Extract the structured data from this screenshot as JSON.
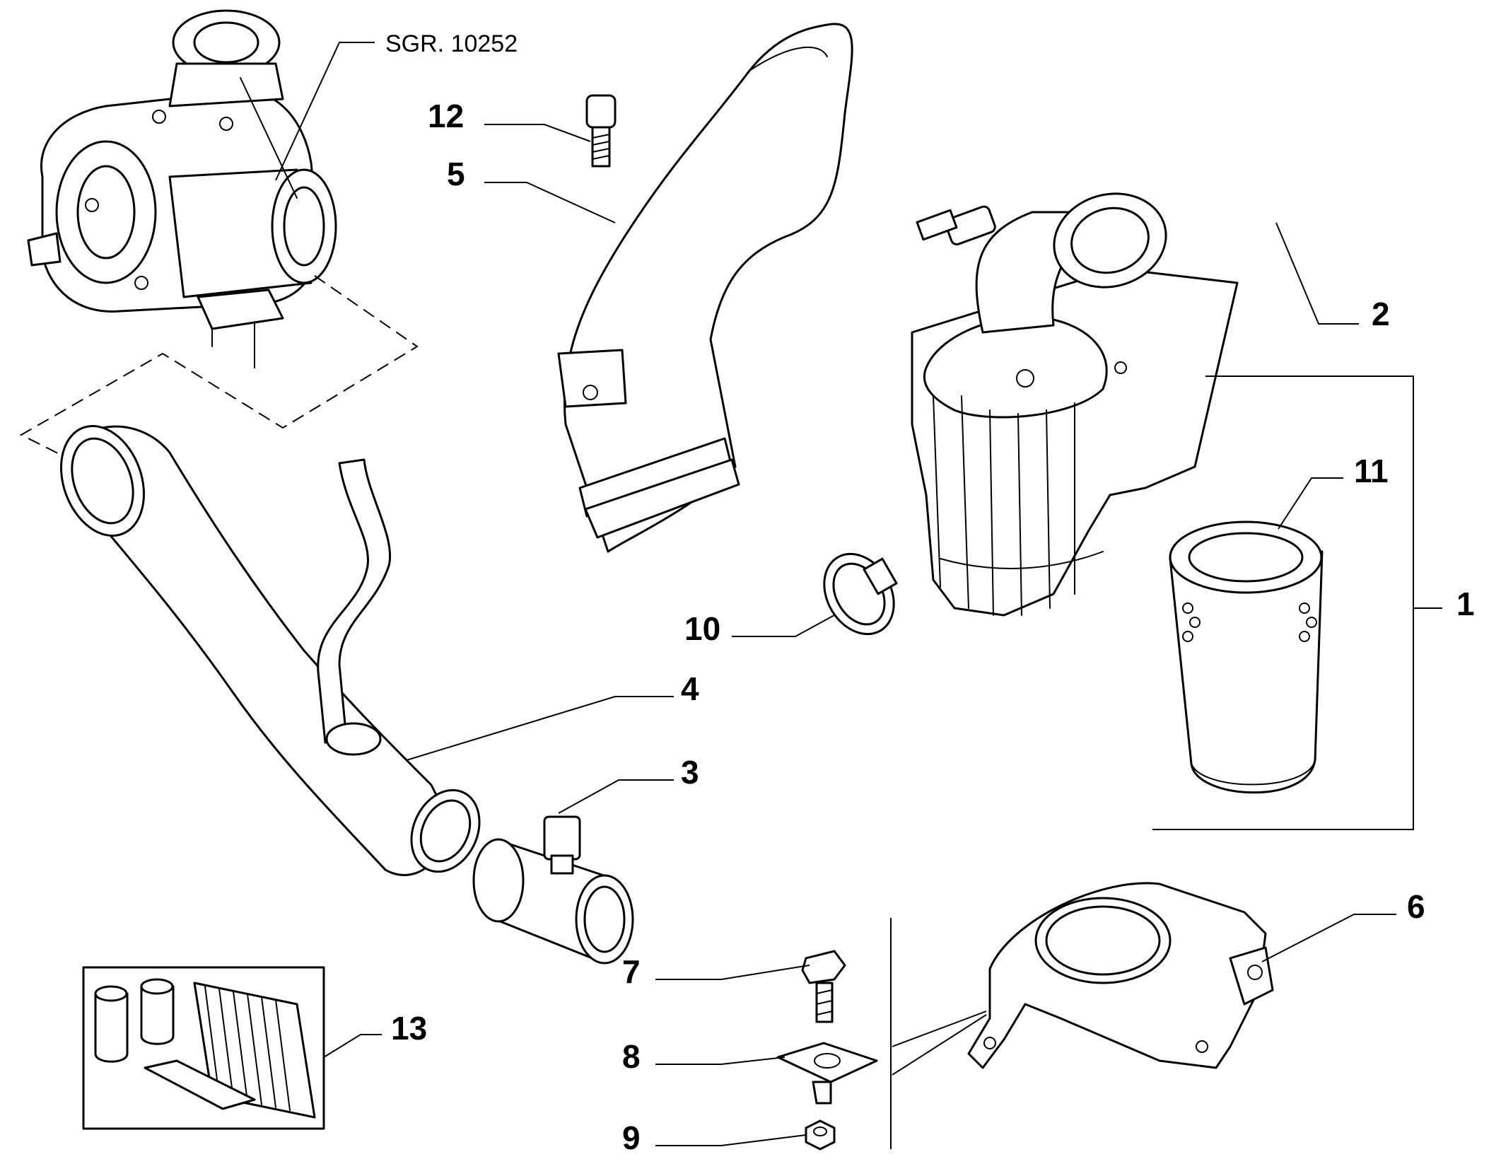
{
  "reference": {
    "text": "SGR. 10252"
  },
  "callouts": [
    {
      "id": "1",
      "label": "1"
    },
    {
      "id": "2",
      "label": "2"
    },
    {
      "id": "3",
      "label": "3"
    },
    {
      "id": "4",
      "label": "4"
    },
    {
      "id": "5",
      "label": "5"
    },
    {
      "id": "6",
      "label": "6"
    },
    {
      "id": "7",
      "label": "7"
    },
    {
      "id": "8",
      "label": "8"
    },
    {
      "id": "9",
      "label": "9"
    },
    {
      "id": "10",
      "label": "10"
    },
    {
      "id": "11",
      "label": "11"
    },
    {
      "id": "12",
      "label": "12"
    },
    {
      "id": "13",
      "label": "13"
    }
  ]
}
